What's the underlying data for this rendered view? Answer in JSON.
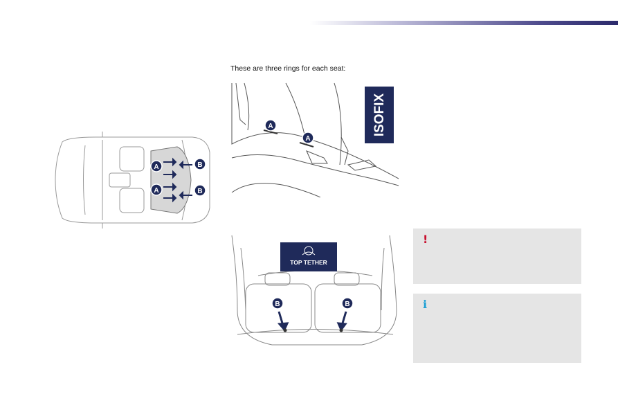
{
  "intro_text": "These are three rings for each seat:",
  "isofix_label": "ISOFIX",
  "top_tether_label": "TOP TETHER",
  "markers": {
    "a": "A",
    "b": "B"
  },
  "icons": {
    "warning": "warning-icon",
    "info": "info-icon"
  },
  "colors": {
    "navy": "#1f2a5a",
    "header_accent": "#2b2a6b",
    "warning_red": "#c8102e",
    "info_blue": "#1a9fd4",
    "note_bg": "#e5e5e5"
  }
}
